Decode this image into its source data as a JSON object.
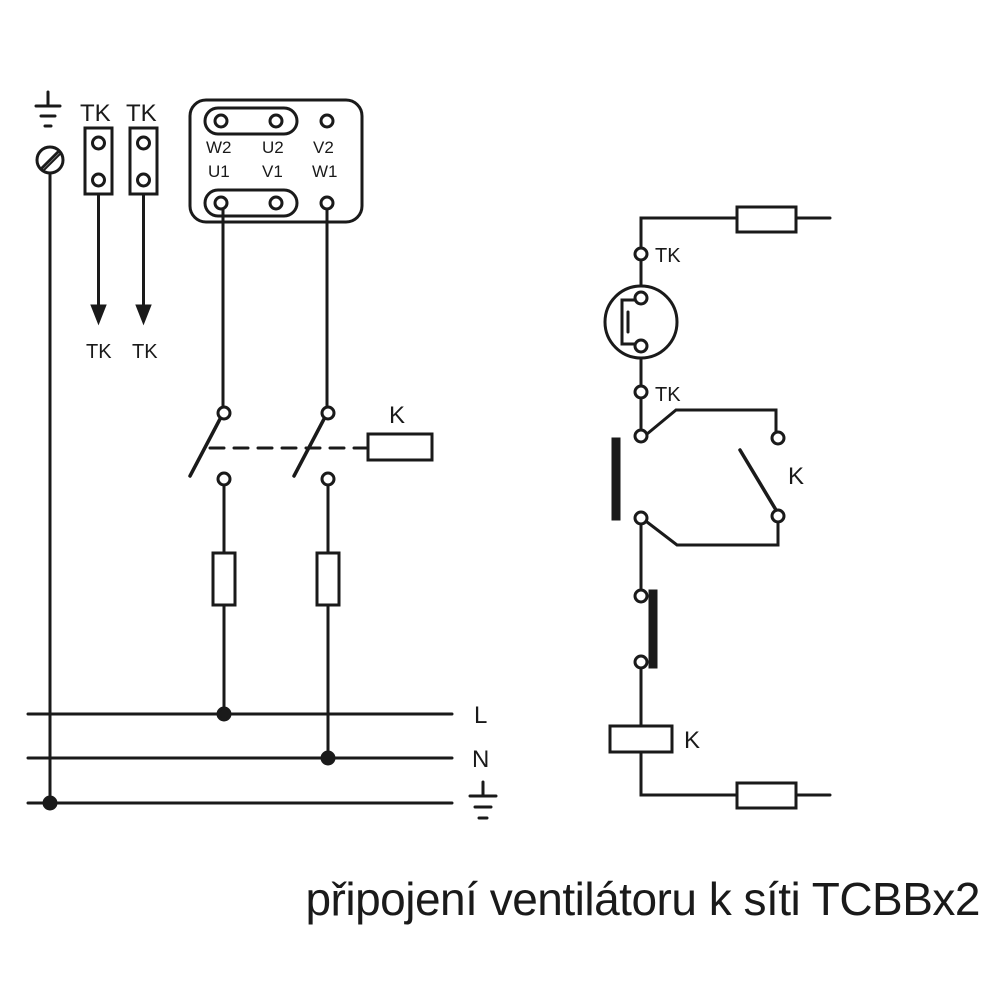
{
  "labels": {
    "tk_top_1": "TK",
    "tk_top_2": "TK",
    "tk_bottom_1": "TK",
    "tk_bottom_2": "TK",
    "terminal_w2": "W2",
    "terminal_u2": "U2",
    "terminal_v2": "V2",
    "terminal_u1": "U1",
    "terminal_v1": "V1",
    "terminal_w1": "W1",
    "contactor_coil_left": "K",
    "line_l": "L",
    "line_n": "N",
    "tk_right_top": "TK",
    "tk_right_mid": "TK",
    "contact_k_right": "K",
    "coil_k_right": "K"
  },
  "caption": "připojení ventilátoru k síti TCBBx2",
  "colors": {
    "line": "#1a1a1a",
    "background": "#ffffff"
  }
}
